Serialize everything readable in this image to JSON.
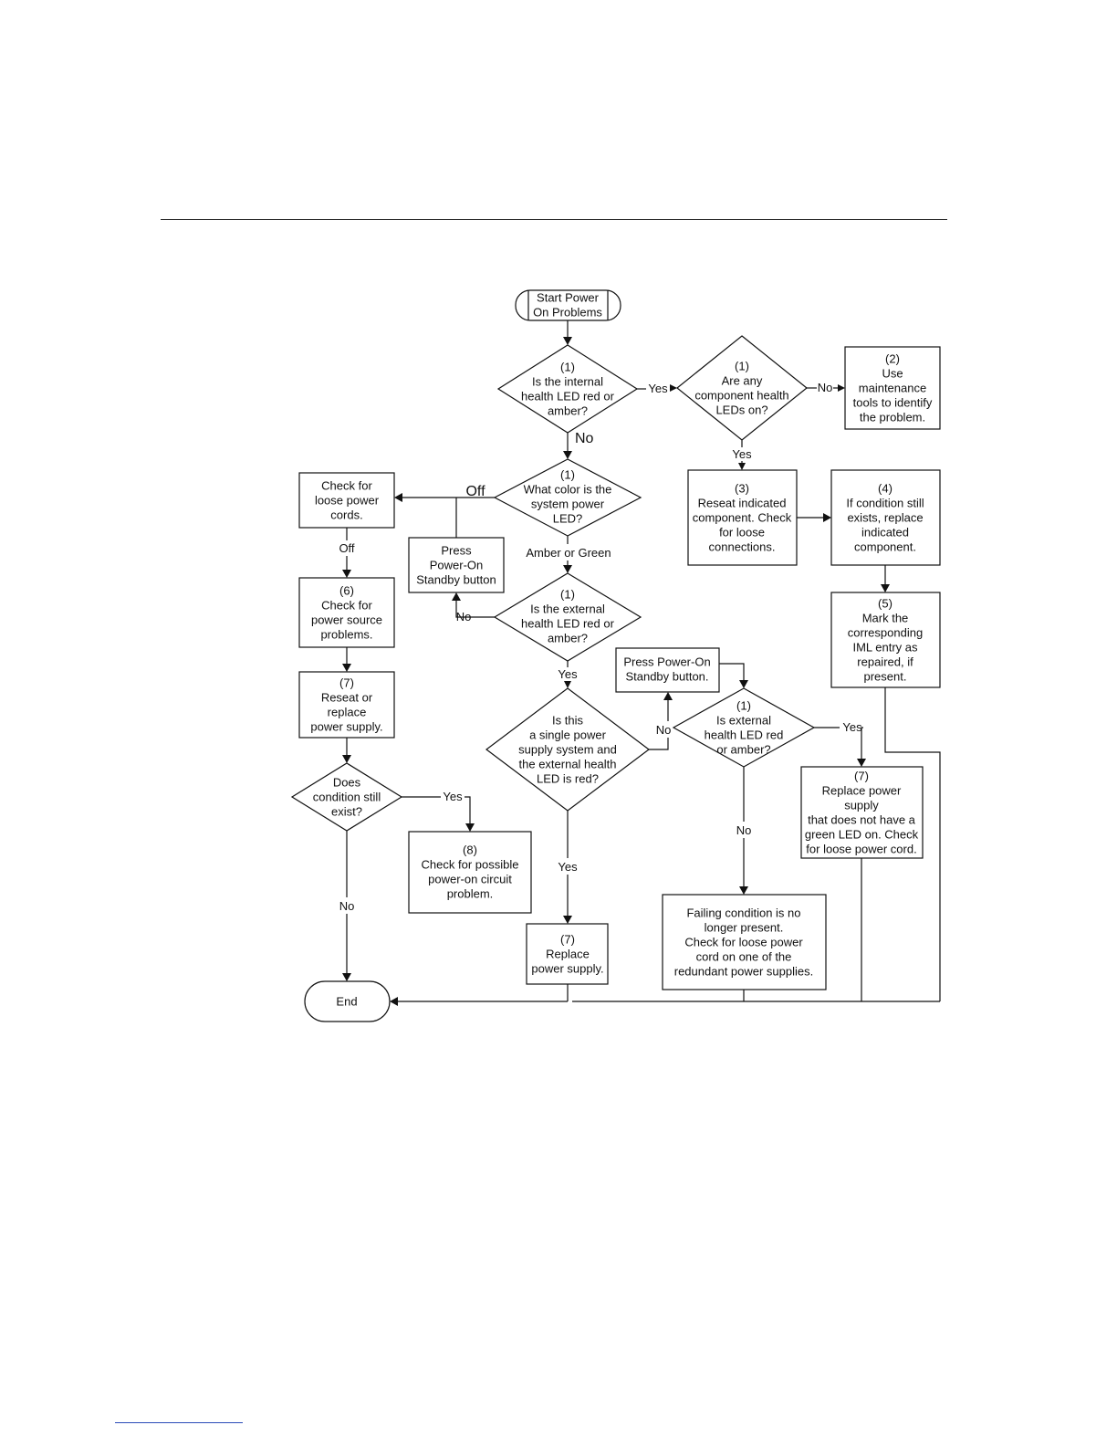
{
  "nodes": {
    "start": "Start Power\nOn Problems",
    "q_internal": "(1)\nIs the internal\nhealth LED red or\namber?",
    "q_component": "(1)\nAre any\ncomponent health\nLEDs on?",
    "use_tools": "(2)\nUse\nmaintenance\ntools to identify\nthe problem.",
    "q_power_color": "(1)\nWhat color is the\nsystem power\nLED?",
    "check_cords": "Check for\nloose power\ncords.",
    "press_standby_1": "Press\nPower-On\nStandby button",
    "reseat_component": "(3)\nReseat indicated\ncomponent. Check\nfor loose\nconnections.",
    "replace_component": "(4)\nIf condition still\nexists, replace\nindicated\ncomponent.",
    "mark_iml": "(5)\nMark the\ncorresponding\nIML entry as\nrepaired, if\npresent.",
    "check_power_source": "(6)\nCheck for\npower source\nproblems.",
    "q_external": "(1)\nIs the external\nhealth LED red or\namber?",
    "reseat_ps": "(7)\nReseat or\nreplace\npower supply.",
    "press_standby_2": "Press Power-On\nStandby button.",
    "q_single_ps": "Is this\na single power\nsupply system and\nthe external health\nLED is red?",
    "q_external_2": "(1)\nIs external\nhealth LED red\nor amber?",
    "replace_ps_green": "(7)\nReplace power\nsupply\nthat does not have a\ngreen LED on. Check\nfor loose power cord.",
    "q_condition": "Does\ncondition still\nexist?",
    "check_circuit": "(8)\nCheck for possible\npower-on circuit\nproblem.",
    "replace_ps": "(7)\nReplace\npower supply.",
    "failing_gone": "Failing condition is no\nlonger present.\nCheck for loose power\ncord on one of the\nredundant power supplies.",
    "end": "End"
  },
  "labels": {
    "yes_1": "Yes",
    "no_1": "No",
    "no_2": "No",
    "yes_2": "Yes",
    "off_1": "Off",
    "amber_green": "Amber or Green",
    "off_2": "Off",
    "no_3": "No",
    "yes_3": "Yes",
    "no_4": "No",
    "yes_4": "Yes",
    "no_5": "No",
    "yes_5": "Yes",
    "yes_6": "Yes",
    "no_6": "No"
  }
}
